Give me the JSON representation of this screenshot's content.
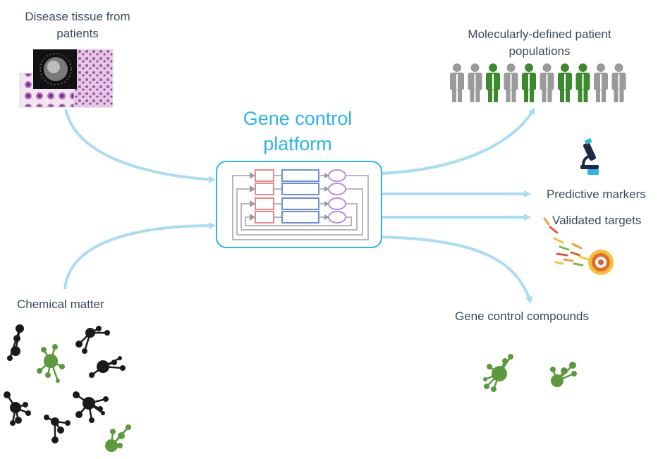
{
  "labels": {
    "disease_tissue": "Disease tissue from\npatients",
    "chemical_matter": "Chemical matter",
    "platform_title": "Gene control\nplatform",
    "patient_populations": "Molecularly-defined patient\npopulations",
    "predictive_markers": "Predictive markers",
    "validated_targets": "Validated targets",
    "gene_control_compounds": "Gene control compounds"
  },
  "colors": {
    "arrow": "#a9dcf5",
    "platform_border": "#2bb5e8",
    "title": "#2bb5e8",
    "text": "#3a4a5c",
    "person_grey": "#9a9a9a",
    "person_green": "#3d8a2e",
    "molecule_black": "#1a1a1a",
    "molecule_green": "#5a9a3c",
    "box_red": "#e8888a",
    "box_blue": "#6a8fd8",
    "ellipse_purple": "#b58ce8"
  },
  "patient_population": [
    "grey",
    "grey",
    "green",
    "grey",
    "green",
    "grey",
    "green",
    "green",
    "grey",
    "grey"
  ],
  "icons": {
    "tissue": "microscopy-image-icon",
    "microscope": "microscope-icon",
    "target": "target-icon",
    "person": "person-icon",
    "molecule": "molecule-icon"
  }
}
